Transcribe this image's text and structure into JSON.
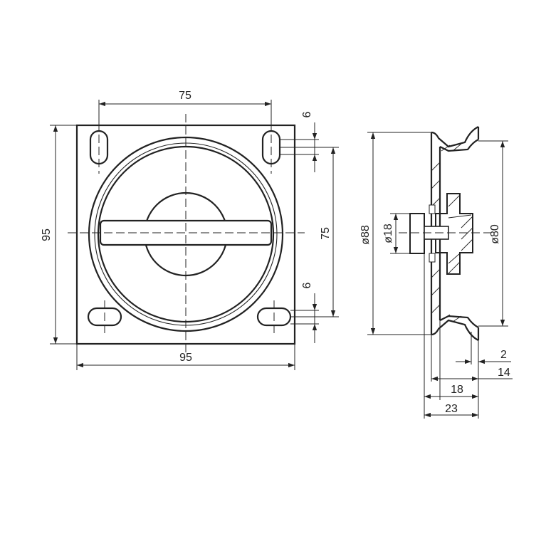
{
  "front_view": {
    "dim_hole_spacing_horizontal": "75",
    "dim_plate_height": "95",
    "dim_plate_width": "95",
    "dim_hole_spacing_vertical": "75",
    "dim_slot_top": "6",
    "dim_slot_bottom": "6"
  },
  "side_view": {
    "dim_outer_diameter": "ø88",
    "dim_hub_diameter": "ø18",
    "dim_inner_diameter": "ø80",
    "dim_flange": "2",
    "dim_depth_14": "14",
    "dim_depth_18": "18",
    "dim_total_depth": "23"
  }
}
